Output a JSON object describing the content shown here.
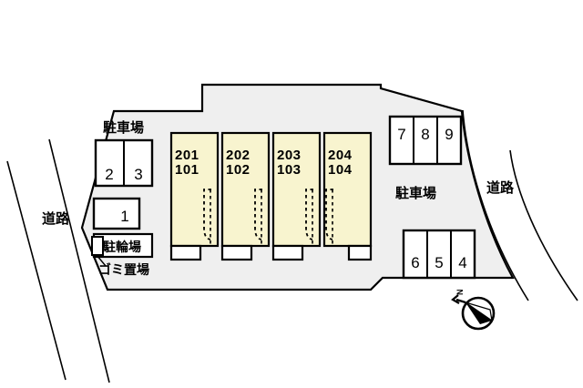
{
  "plan": {
    "title": "apartment-site-plan",
    "colors": {
      "site_fill": "#efefef",
      "building_fill": "#f8f4cf",
      "stroke": "#000000",
      "white": "#ffffff",
      "background": "#ffffff"
    }
  },
  "labels": {
    "parking_left": "駐車場",
    "parking_right": "駐車場",
    "bicycle_parking": "駐輪場",
    "garbage_area": "ゴミ置場",
    "road_left": "道路",
    "road_right": "道路",
    "compass_north": "N"
  },
  "units": [
    {
      "id": "unit-201-101",
      "upper": "201",
      "lower": "101"
    },
    {
      "id": "unit-202-102",
      "upper": "202",
      "lower": "102"
    },
    {
      "id": "unit-203-103",
      "upper": "203",
      "lower": "103"
    },
    {
      "id": "unit-204-104",
      "upper": "204",
      "lower": "104"
    }
  ],
  "parking_stalls": {
    "left_top_group": [
      "2",
      "3"
    ],
    "left_single": [
      "1"
    ],
    "right_top_group": [
      "7",
      "8",
      "9"
    ],
    "right_bottom_group": [
      "6",
      "5",
      "4"
    ]
  }
}
